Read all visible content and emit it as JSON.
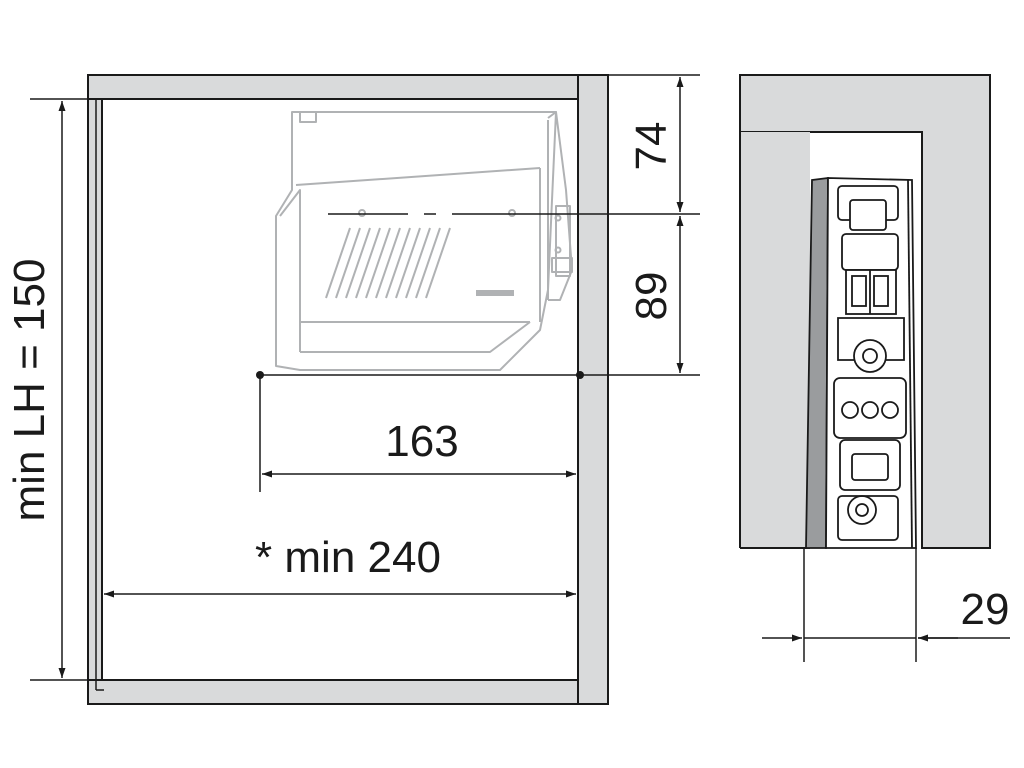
{
  "dimensions": {
    "min_height_label": "min LH = 150",
    "top_offset": "74",
    "mid_offset": "89",
    "depth_163": "163",
    "min_depth_label": "* min 240",
    "side_width": "29"
  },
  "colors": {
    "panel_fill": "#d9dadb",
    "panel_stroke": "#1a1a1a",
    "ghost_stroke": "#b0b2b4",
    "line": "#1a1a1a"
  }
}
